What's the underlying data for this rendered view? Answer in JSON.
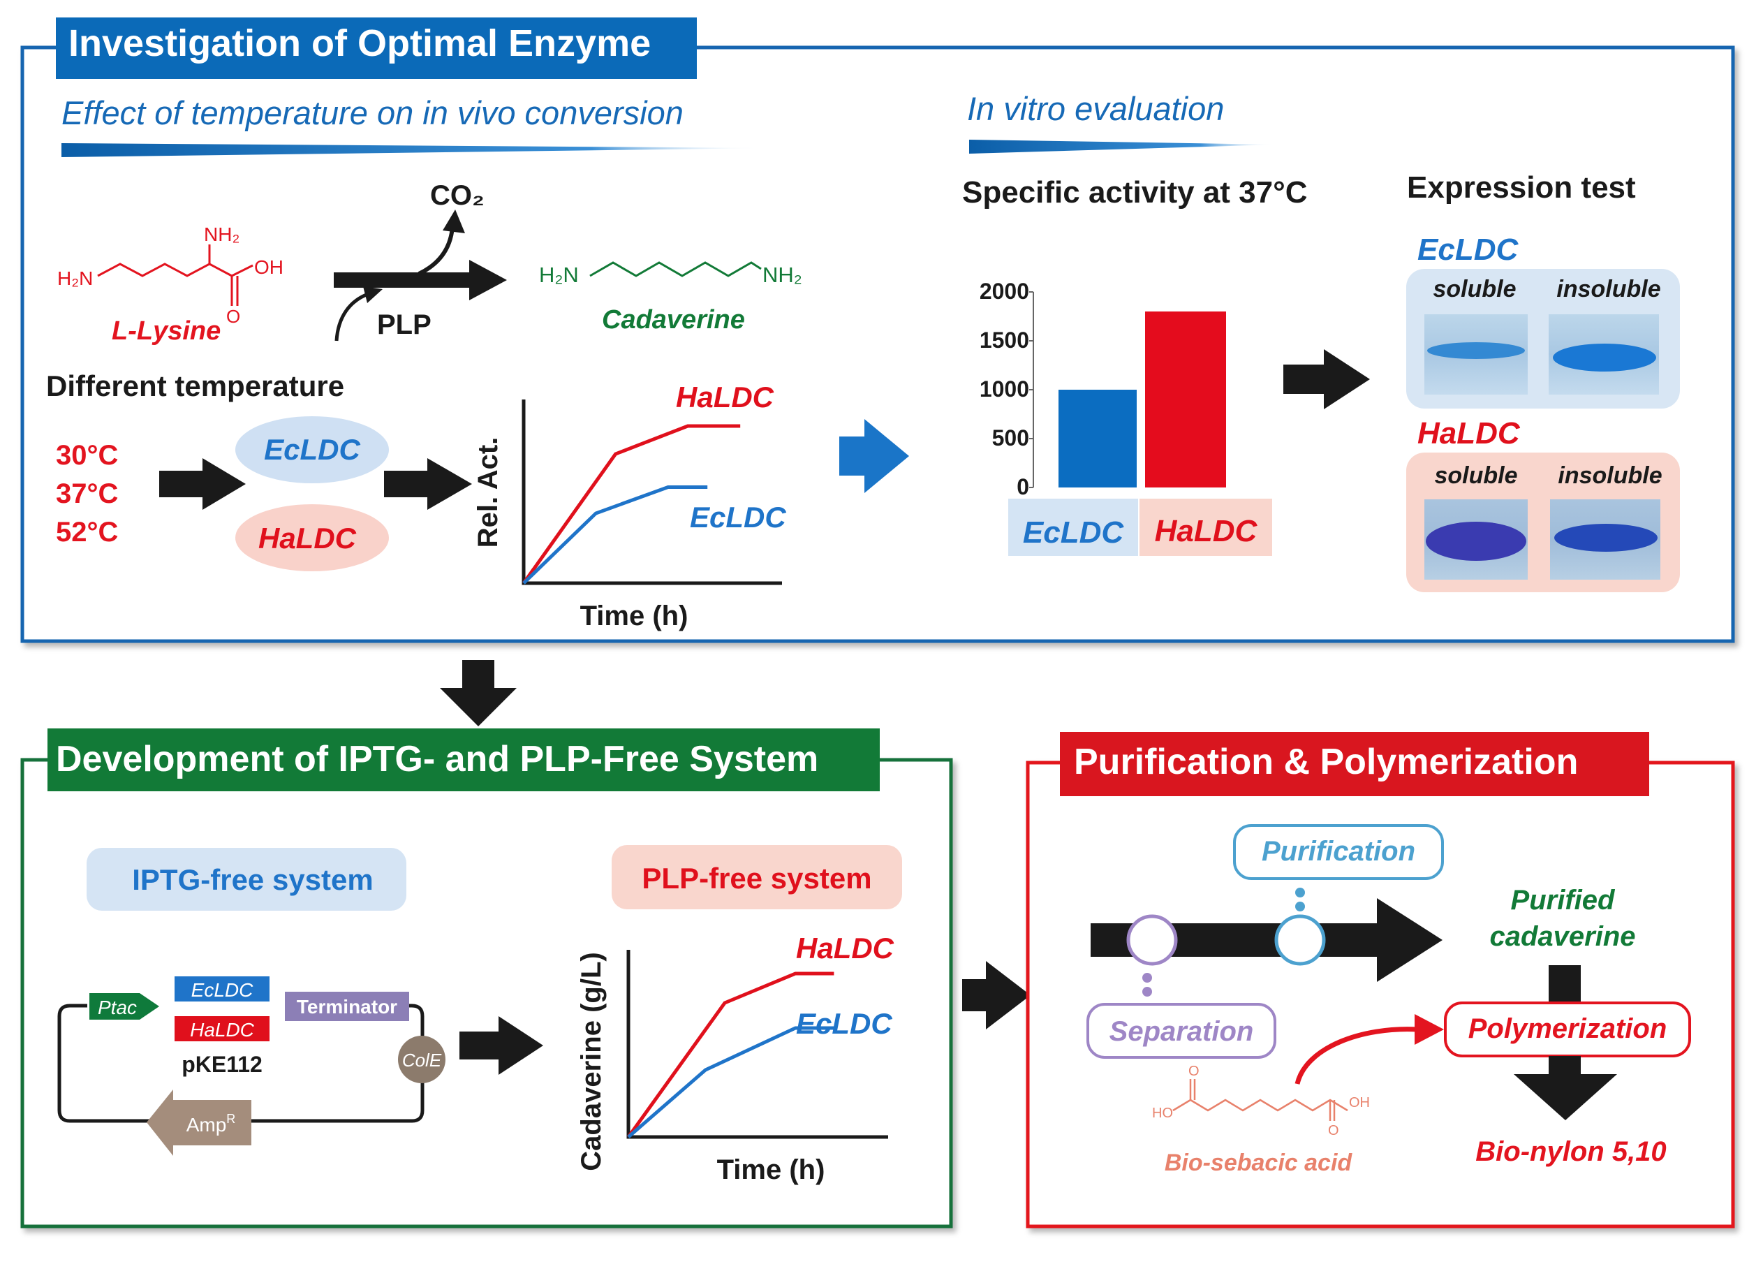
{
  "colors": {
    "blue": "#0b6ab8",
    "green": "#127a37",
    "red": "#e3141f",
    "ecldc_blue": "#1f74c9",
    "haldc_red": "#e0101c",
    "orange_text": "#e8816b",
    "purple": "#9e86c6",
    "teal": "#4ca1cf",
    "plasmid_brown": "#9a8676"
  },
  "panel1": {
    "title": "Investigation of Optimal Enzyme",
    "section_a": "Effect of temperature on in vivo conversion",
    "section_b": "In vitro evaluation",
    "reaction": {
      "substrate_amino": "NH₂",
      "substrate_amine": "H₂N",
      "substrate_acid": "OH",
      "substrate_keto": "O",
      "substrate_name": "L-Lysine",
      "byproduct": "CO₂",
      "cofactor": "PLP",
      "product_left": "H₂N",
      "product_right": "NH₂",
      "product_name": "Cadaverine"
    },
    "temperature": {
      "heading": "Different temperature",
      "values": [
        "30°C",
        "37°C",
        "52°C"
      ],
      "enzyme1": "EcLDC",
      "enzyme2": "HaLDC"
    },
    "line_plot": {
      "ylabel": "Rel. Act.",
      "xlabel": "Time (h)",
      "series1": "HaLDC",
      "series2": "EcLDC"
    },
    "bar_chart": {
      "heading": "Specific activity at 37°C",
      "ticks": [
        "2000",
        "1500",
        "1000",
        "500",
        "0"
      ],
      "label1": "EcLDC",
      "label2": "HaLDC"
    },
    "expression": {
      "heading": "Expression test",
      "enzyme1": "EcLDC",
      "enzyme2": "HaLDC",
      "soluble": "soluble",
      "insoluble": "insoluble"
    }
  },
  "panel2": {
    "title": "Development of IPTG- and PLP-Free System",
    "iptg_label": "IPTG-free system",
    "plp_label": "PLP-free system",
    "plasmid": {
      "promoter": "Ptac",
      "gene1": "EcLDC",
      "gene2": "HaLDC",
      "terminator": "Terminator",
      "name": "pKE112",
      "origin": "ColE",
      "marker": "Amp",
      "marker_sup": "R"
    },
    "plot": {
      "ylabel": "Cadaverine (g/L)",
      "xlabel": "Time (h)",
      "series1": "HaLDC",
      "series2": "EcLDC"
    }
  },
  "panel3": {
    "title": "Purification & Polymerization",
    "purification": "Purification",
    "separation": "Separation",
    "purified_line1": "Purified",
    "purified_line2": "cadaverine",
    "polymerization": "Polymerization",
    "acid_name": "Bio-sebacic acid",
    "acid_ho": "HO",
    "acid_oh": "OH",
    "acid_o": "O",
    "product": "Bio-nylon 5,10"
  },
  "chart_data": [
    {
      "type": "bar",
      "title": "Specific activity at 37°C",
      "categories": [
        "EcLDC",
        "HaLDC"
      ],
      "values": [
        1000,
        1800
      ],
      "ylim": [
        0,
        2000
      ],
      "yticks": [
        0,
        500,
        1000,
        1500,
        2000
      ]
    },
    {
      "type": "line",
      "xlabel": "Time (h)",
      "ylabel": "Rel. Act.",
      "series": [
        {
          "name": "HaLDC",
          "color": "#e0101c",
          "x": [
            0,
            1.4,
            2.5,
            3.3
          ],
          "y": [
            0,
            0.74,
            0.9,
            0.9
          ]
        },
        {
          "name": "EcLDC",
          "color": "#1f74c9",
          "x": [
            0,
            1.1,
            2.2,
            2.8
          ],
          "y": [
            0,
            0.4,
            0.55,
            0.55
          ]
        }
      ]
    },
    {
      "type": "line",
      "xlabel": "Time (h)",
      "ylabel": "Cadaverine (g/L)",
      "series": [
        {
          "name": "HaLDC",
          "color": "#e0101c",
          "x": [
            0,
            1.5,
            2.6,
            3.2
          ],
          "y": [
            0,
            0.64,
            0.78,
            0.78
          ]
        },
        {
          "name": "EcLDC",
          "color": "#1f74c9",
          "x": [
            0,
            1.2,
            2.6,
            3.2
          ],
          "y": [
            0,
            0.32,
            0.52,
            0.52
          ]
        }
      ]
    }
  ]
}
